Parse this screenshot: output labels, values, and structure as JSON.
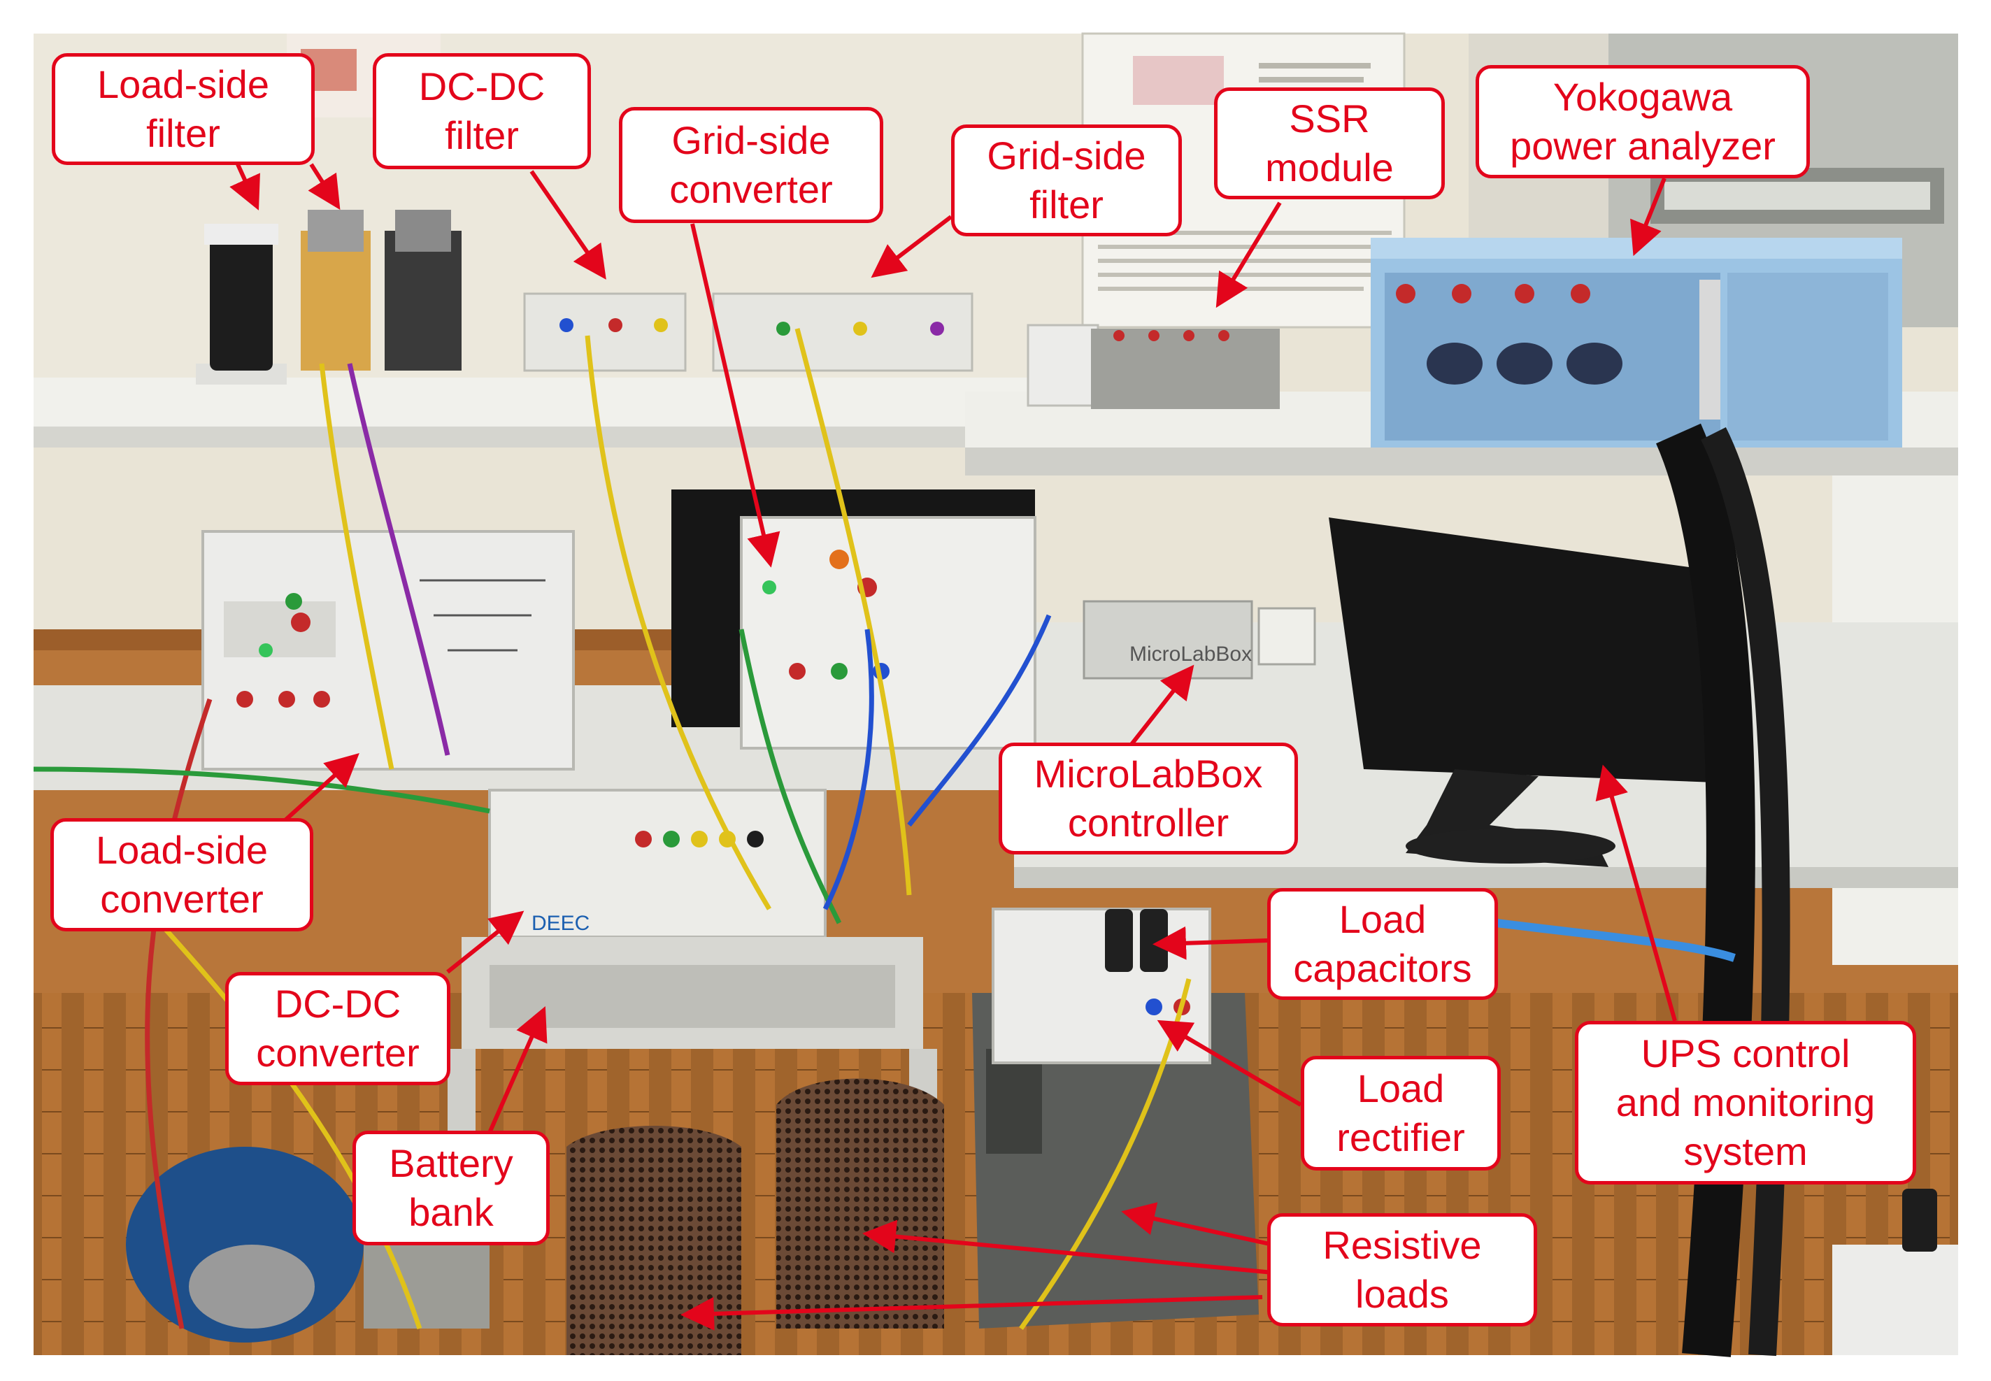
{
  "colors": {
    "annotation": "#e3051b",
    "label_background": "#ffffff"
  },
  "labels": {
    "load_side_filter": [
      "Load-side",
      "filter"
    ],
    "dcdc_filter": [
      "DC-DC",
      "filter"
    ],
    "grid_side_converter": [
      "Grid-side",
      "converter"
    ],
    "grid_side_filter": [
      "Grid-side",
      "filter"
    ],
    "ssr_module": [
      "SSR",
      "module"
    ],
    "yokogawa": [
      "Yokogawa",
      "power analyzer"
    ],
    "microlabbox": [
      "MicroLabBox",
      "controller"
    ],
    "load_side_converter": [
      "Load-side",
      "converter"
    ],
    "dcdc_converter": [
      "DC-DC",
      "converter"
    ],
    "load_capacitors": [
      "Load",
      "capacitors"
    ],
    "load_rectifier": [
      "Load",
      "rectifier"
    ],
    "ups_control": [
      "UPS control",
      "and monitoring",
      "system"
    ],
    "battery_bank": [
      "Battery",
      "bank"
    ],
    "resistive_loads": [
      "Resistive",
      "loads"
    ]
  },
  "photo_text": {
    "microlabbox_device": "MicroLabBox"
  }
}
